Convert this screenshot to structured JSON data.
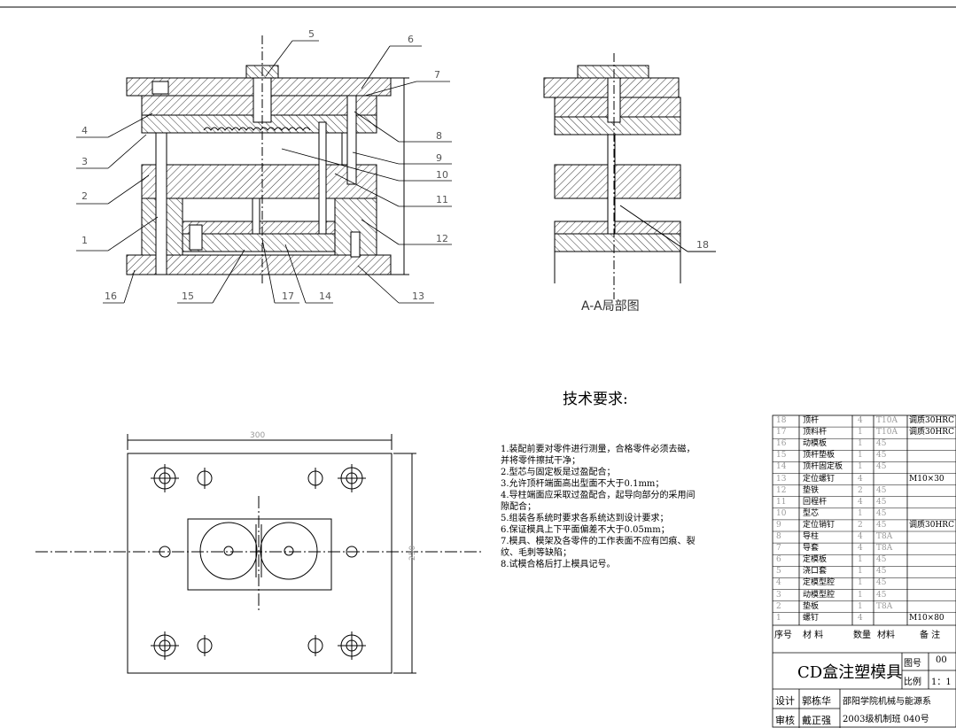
{
  "drawing": {
    "callouts_main": [
      "1",
      "2",
      "3",
      "4",
      "5",
      "6",
      "7",
      "8",
      "9",
      "10",
      "11",
      "12",
      "13",
      "14",
      "15",
      "16",
      "17"
    ],
    "callout_section": "18",
    "section_caption": "A-A局部图",
    "dim_width": "300",
    "dim_height": "250"
  },
  "tech_requirements": {
    "title": "技术要求:",
    "items": [
      "1.装配前要对零件进行测量，合格零件必须去磁，",
      "并将零件擦拭干净；",
      "2.型芯与固定板是过盈配合；",
      "3.允许顶杆端面高出型面不大于0.1mm；",
      "4.导柱端面应采取过盈配合，起导向部分的采用间",
      "隙配合；",
      "5.组装各系统时要求各系统达到设计要求；",
      "6.保证模具上下平面偏差不大于0.05mm；",
      "7.模具、模架及各零件的工作表面不应有凹痕、裂",
      "纹、毛刺等缺陷；",
      "8.试模合格后打上模具记号。"
    ]
  },
  "bom": {
    "rows": [
      {
        "no": "18",
        "name": "顶杆",
        "qty": "4",
        "mat": "T10A",
        "note": "调质30HRC"
      },
      {
        "no": "17",
        "name": "顶料杆",
        "qty": "1",
        "mat": "T10A",
        "note": "调质30HRC"
      },
      {
        "no": "16",
        "name": "动模板",
        "qty": "1",
        "mat": "45",
        "note": ""
      },
      {
        "no": "15",
        "name": "顶杆垫板",
        "qty": "1",
        "mat": "45",
        "note": ""
      },
      {
        "no": "14",
        "name": "顶杆固定板",
        "qty": "1",
        "mat": "45",
        "note": ""
      },
      {
        "no": "13",
        "name": "定位螺钉",
        "qty": "4",
        "mat": "",
        "note": "M10×30"
      },
      {
        "no": "12",
        "name": "垫铁",
        "qty": "2",
        "mat": "45",
        "note": ""
      },
      {
        "no": "11",
        "name": "回程杆",
        "qty": "4",
        "mat": "45",
        "note": ""
      },
      {
        "no": "10",
        "name": "型芯",
        "qty": "1",
        "mat": "45",
        "note": ""
      },
      {
        "no": "9",
        "name": "定位销钉",
        "qty": "2",
        "mat": "45",
        "note": "调质30HRC"
      },
      {
        "no": "8",
        "name": "导柱",
        "qty": "4",
        "mat": "T8A",
        "note": ""
      },
      {
        "no": "7",
        "name": "导套",
        "qty": "4",
        "mat": "T8A",
        "note": ""
      },
      {
        "no": "6",
        "name": "定模板",
        "qty": "1",
        "mat": "45",
        "note": ""
      },
      {
        "no": "5",
        "name": "浇口套",
        "qty": "1",
        "mat": "45",
        "note": ""
      },
      {
        "no": "4",
        "name": "定模型腔",
        "qty": "1",
        "mat": "45",
        "note": ""
      },
      {
        "no": "3",
        "name": "动模型腔",
        "qty": "1",
        "mat": "45",
        "note": ""
      },
      {
        "no": "2",
        "name": "垫板",
        "qty": "1",
        "mat": "T8A",
        "note": ""
      },
      {
        "no": "1",
        "name": "螺钉",
        "qty": "4",
        "mat": "",
        "note": "M10×80"
      }
    ],
    "header": {
      "no": "序号",
      "name": "材 料",
      "qty": "数量",
      "mat": "材料",
      "note": "备 注"
    },
    "title_block": {
      "product": "CD盒注塑模具",
      "drawing_no_label": "图号",
      "drawing_no": "00",
      "scale_label": "比例",
      "scale": "1：1",
      "designer_label": "设计",
      "designer": "郭栋华",
      "reviewer_label": "审核",
      "reviewer": "戴正强",
      "org_line1": "邵阳学院机械与能源系",
      "org_line2": "2003级机制班 040号"
    }
  }
}
